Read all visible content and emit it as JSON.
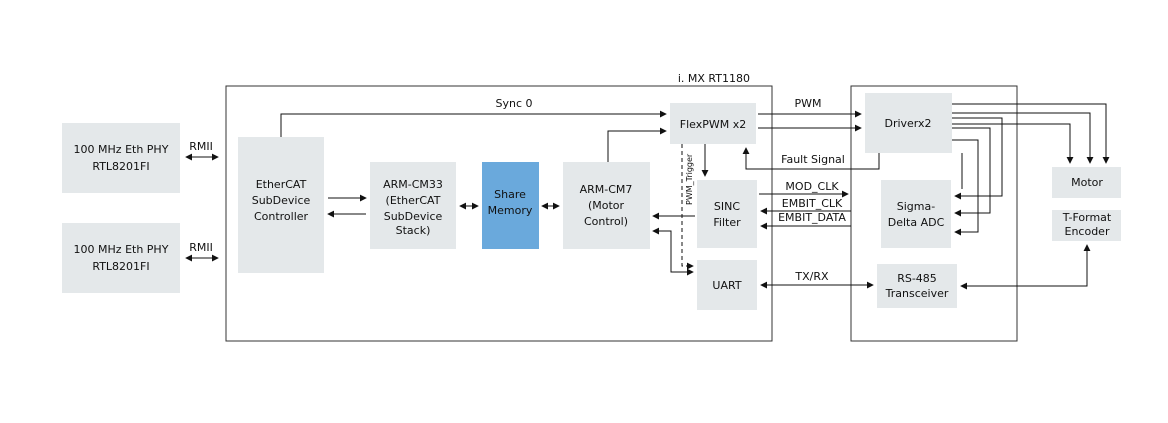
{
  "labels": {
    "mcu": "i. MX RT1180",
    "phy1": [
      "100 MHz Eth PHY",
      "RTL8201FI"
    ],
    "phy2": [
      "100 MHz Eth PHY",
      "RTL8201FI"
    ],
    "rmii1": "RMII",
    "rmii2": "RMII",
    "ethercat": [
      "EtherCAT",
      "SubDevice",
      "Controller"
    ],
    "cm33": [
      "ARM-CM33",
      "(EtherCAT",
      "SubDevice",
      "Stack)"
    ],
    "share": [
      "Share",
      "Memory"
    ],
    "cm7": [
      "ARM-CM7",
      "(Motor",
      "Control)"
    ],
    "flexpwm": "FlexPWM x2",
    "sinc": [
      "SINC",
      "Filter"
    ],
    "uart": "UART",
    "driver": "Driverx2",
    "sigma": [
      "Sigma-",
      "Delta ADC"
    ],
    "rs485": [
      "RS-485",
      "Transceiver"
    ],
    "motor": "Motor",
    "encoder": [
      "T-Format",
      "Encoder"
    ],
    "sync0": "Sync 0",
    "pwm": "PWM",
    "fault": "Fault Signal",
    "pwm_trigger": "PWM_Trigger",
    "mod_clk": "MOD_CLK",
    "embit_clk": "EMBIT_CLK",
    "embit_data": "EMBIT_DATA",
    "txrx": "TX/RX"
  },
  "colors": {
    "block": "#e4e8ea",
    "accent": "#6aa9dc",
    "line": "#111111"
  }
}
